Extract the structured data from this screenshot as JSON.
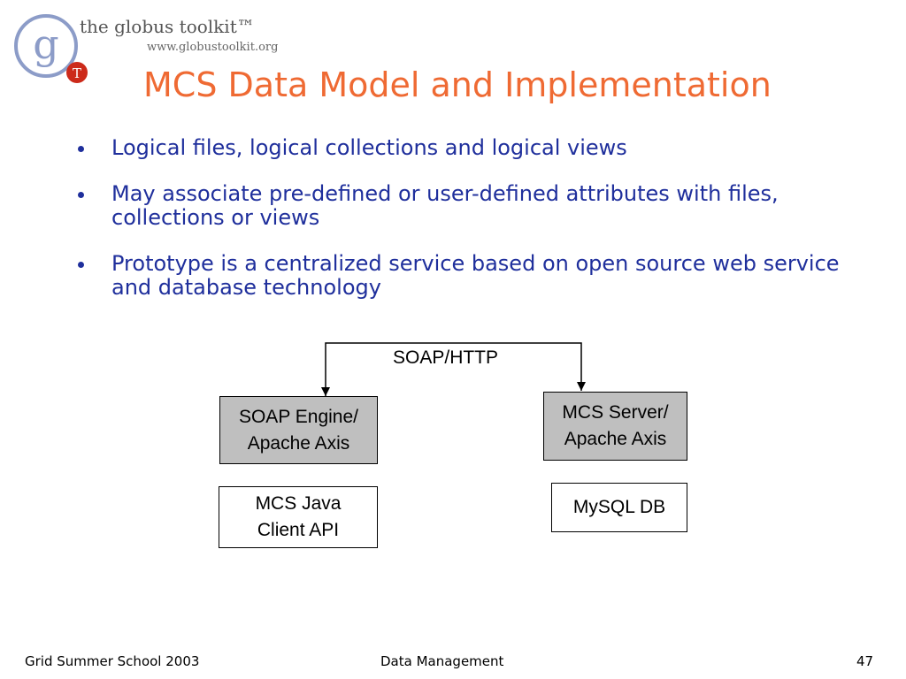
{
  "logo": {
    "name": "the globus toolkit™",
    "url": "www.globustoolkit.org",
    "glyph": "g",
    "badge": "T",
    "colors": {
      "circle": "#8c9cc8",
      "badge": "#cc2a1a"
    }
  },
  "title": "MCS Data Model and Implementation",
  "bullets": [
    {
      "text": "Logical files, logical collections and logical views"
    },
    {
      "text": "May associate pre-defined or user-defined attributes with files, collections or views"
    },
    {
      "text": "Prototype is a centralized service based on open source web service and database technology"
    }
  ],
  "diagram": {
    "connector_label": "SOAP/HTTP",
    "boxes": {
      "soap_engine": "SOAP Engine/\nApache Axis",
      "mcs_server": "MCS Server/\nApache Axis",
      "mcs_client": "MCS Java\nClient API",
      "mysql": "MySQL DB"
    }
  },
  "footer": {
    "left": "Grid Summer School 2003",
    "center": "Data Management",
    "page": "47"
  },
  "colors": {
    "title": "#ef6a33",
    "bullet_text": "#1f2f9c",
    "shaded_box": "#bfbfbf"
  }
}
